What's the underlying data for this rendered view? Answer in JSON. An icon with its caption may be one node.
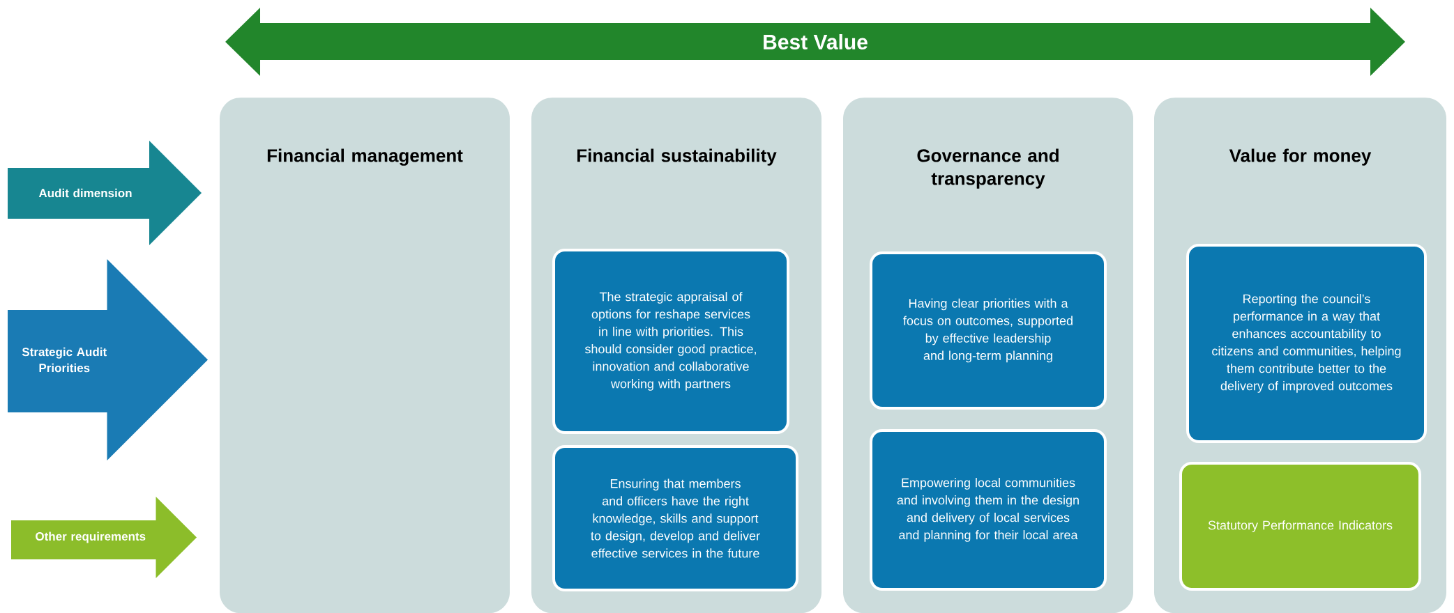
{
  "diagram": {
    "nodes": [
      {
        "text": [
          "Best Value"
        ]
      },
      {
        "text": [
          "Audit dimension"
        ]
      },
      {
        "text": [
          "Strategic Audit Priorities"
        ]
      },
      {
        "text": [
          "Other requirements"
        ]
      },
      {
        "text": [
          "Financial management"
        ]
      },
      {
        "text": [
          "Financial sustainability"
        ]
      },
      {
        "text": [
          "Governance and transparency"
        ]
      },
      {
        "text": [
          "Value for money"
        ]
      },
      {
        "text": [
          "The strategic appraisal of options for reshape services in line with priorities. This should consider good practice, innovation and collaborative working with partners"
        ],
        "in": 5
      },
      {
        "text": [
          "Ensuring that members and officers have the right knowledge, skills and support to design, develop and deliver effective services in the future"
        ],
        "in": 5
      },
      {
        "text": [
          "Having clear priorities with a focus on outcomes, supported by effective leadership and long-term planning"
        ],
        "in": 6
      },
      {
        "text": [
          "Empowering local communities and involving them in the design and delivery of local services and planning for their local area"
        ],
        "in": 6
      },
      {
        "text": [
          "Reporting the council’s performance in a way that enhances accountability to citizens and communities, helping them contribute better to the delivery of improved outcomes"
        ],
        "in": 7
      },
      {
        "text": [
          "Statutory Performance Indicators"
        ],
        "in": 7
      }
    ]
  }
}
